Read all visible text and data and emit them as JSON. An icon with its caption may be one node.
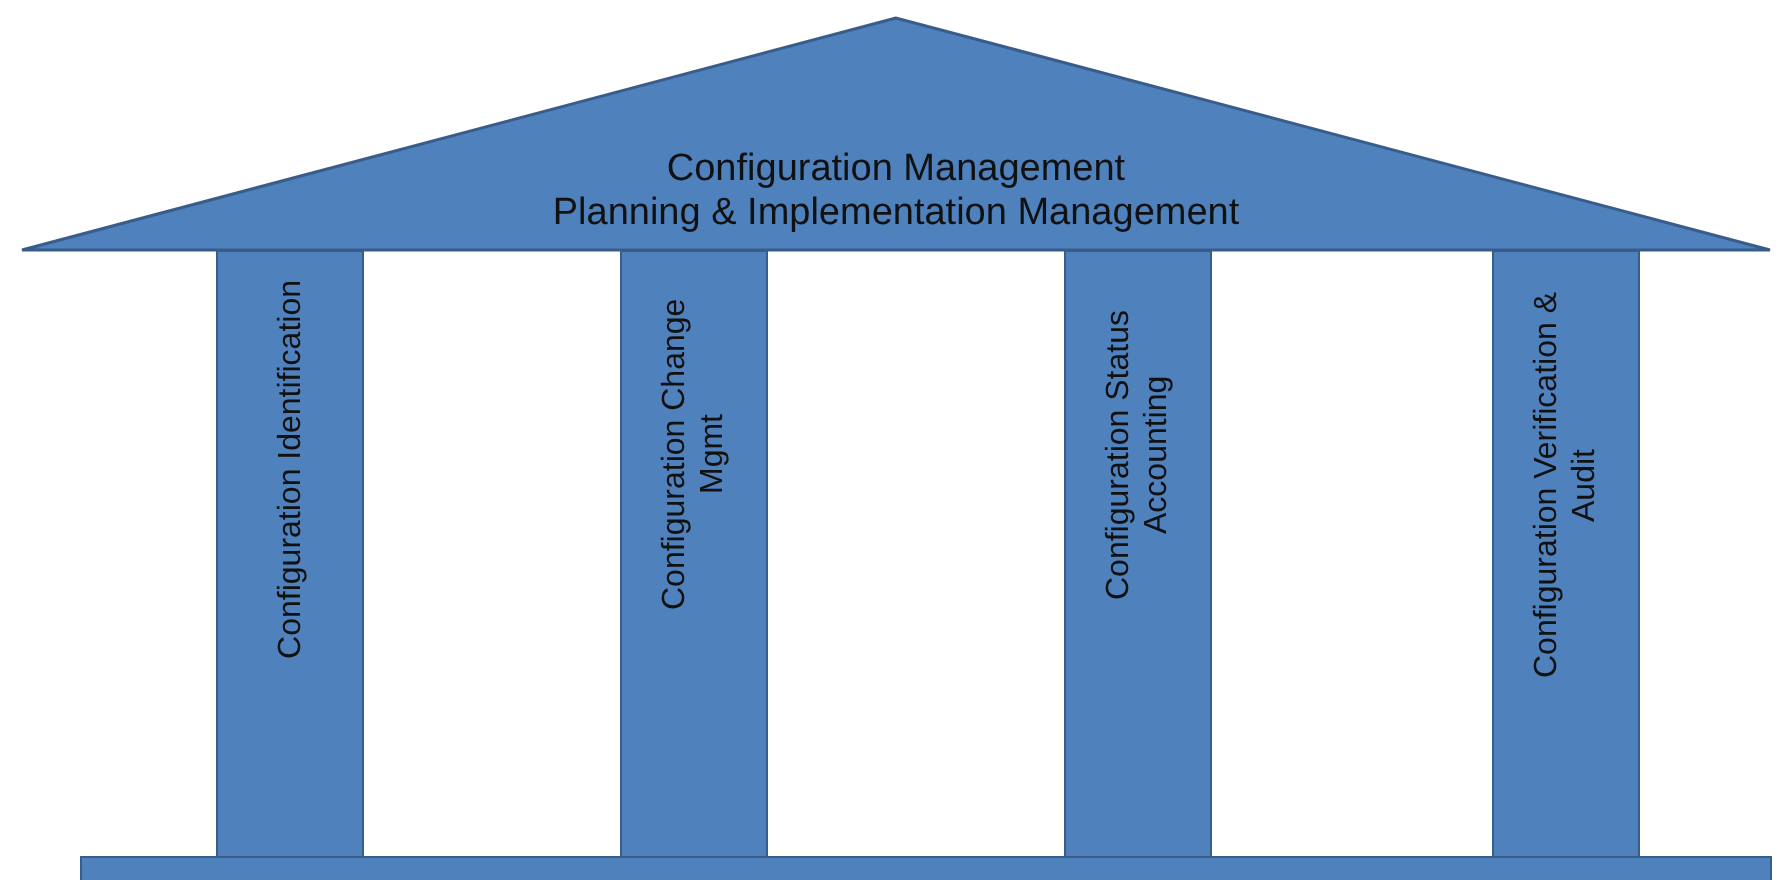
{
  "diagram": {
    "nodes": [
      {
        "text": [
          "Configuration Management",
          "Planning & Implementation Management"
        ]
      },
      {
        "text": [
          "Configuration Identification"
        ]
      },
      {
        "text": [
          "Configuration Change Mgmt"
        ]
      },
      {
        "text": [
          "Configuration Status Accounting"
        ]
      },
      {
        "text": [
          "Configuration Verification & Audit"
        ]
      },
      {
        "text": [],
        "shape": "bar"
      }
    ],
    "edges": []
  }
}
